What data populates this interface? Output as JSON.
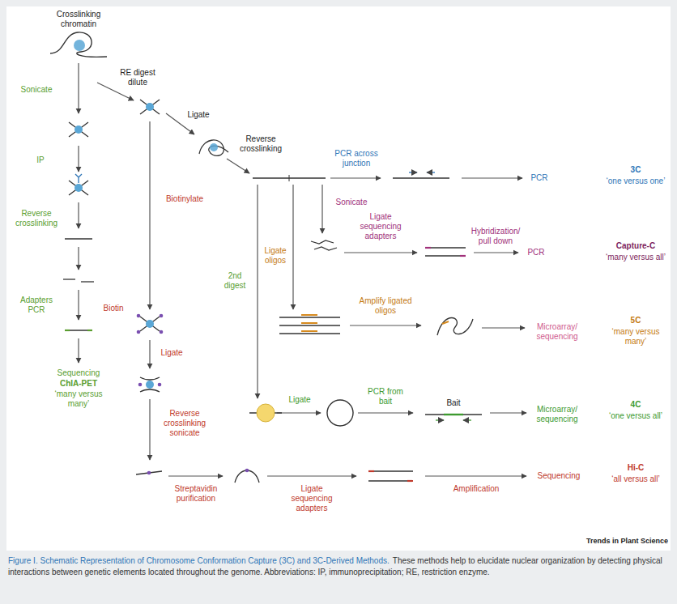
{
  "diagram": {
    "caption": "Figure I. Schematic Representation of Chromosome Conformation Capture (3C) and 3C-Derived Methods.",
    "labels": [
      "Crosslinking chromatin",
      "RE digest dilute",
      "Sonicate",
      "IP",
      "Reverse crosslinking",
      "Adapters PCR",
      "Sequencing",
      "ChIA-PET",
      "‘many versus many’",
      "Ligate",
      "Reverse crosslinking",
      "Biotinylate",
      "PCR across junction",
      "PCR",
      "3C",
      "‘one versus one’",
      "Sonicate",
      "Ligate sequencing adapters",
      "Hybridization/ pull down",
      "PCR",
      "Capture-C",
      "‘many versus all’",
      "2nd digest",
      "Ligate oligos",
      "Amplify ligated oligos",
      "Microarray/ sequencing",
      "5C",
      "‘many versus many’",
      "Biotin",
      "Ligate",
      "Ligate",
      "PCR from bait",
      "Bait",
      "Microarray/ sequencing",
      "4C",
      "‘one versus all’",
      "Reverse crosslinking sonicate",
      "Streptavidin purification",
      "Ligate sequencing adapters",
      "Amplification",
      "Sequencing",
      "Hi-C",
      "‘all versus all’",
      "Trends in Plant Science",
      "These methods help to elucidate nuclear organization by detecting physical interactions between genetic elements located throughout the genome. Abbreviations: IP, immunoprecipitation; RE, restriction enzyme."
    ]
  }
}
